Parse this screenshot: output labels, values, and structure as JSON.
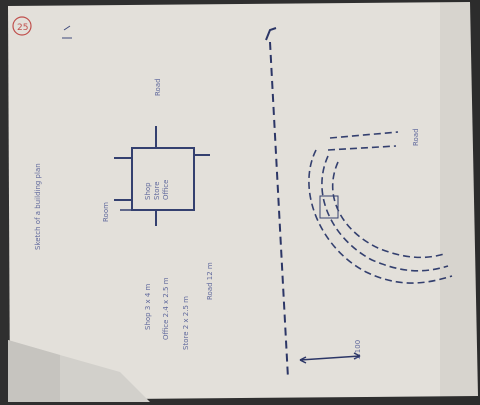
{
  "image": {
    "subject": "photo of a hand-drawn sketch on paper",
    "page_stamp": "25",
    "ink_color": "#3f4a7c",
    "paper_color": "#e4e1db",
    "background_color": "#2b2b2b",
    "scribbles": {
      "title": "Sketch of a building plan",
      "box_left": "Room",
      "box_center_1": "Shop",
      "box_center_2": "Store",
      "box_center_3": "Office",
      "line_1": "Shop 3 x 4 m",
      "line_2": "Office 2.4 x 2.5 m",
      "line_3": "Store 2 x 2.5 m",
      "line_4": "Road 12 m",
      "road_label": "Road",
      "scale": "1:100"
    }
  }
}
